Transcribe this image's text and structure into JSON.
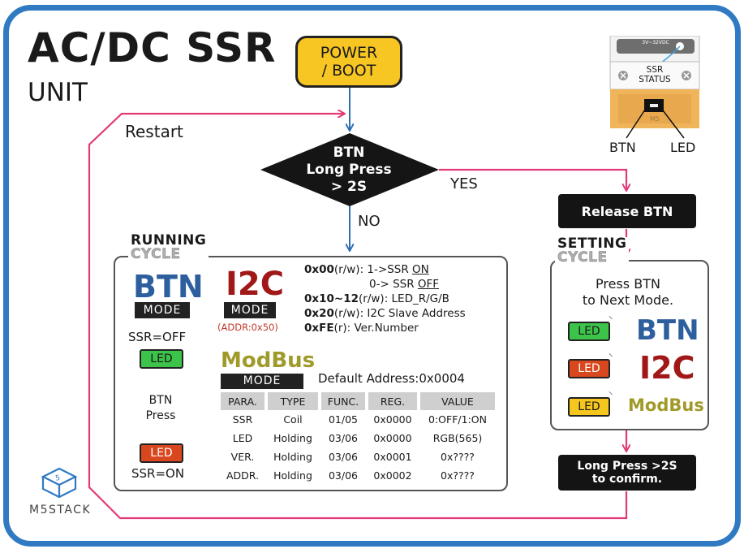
{
  "title": "AC/DC SSR",
  "subtitle": "UNIT",
  "power_boot": {
    "line1": "POWER",
    "line2": "/ BOOT"
  },
  "restart_label": "Restart",
  "decision": {
    "line1": "BTN",
    "line2": "Long Press",
    "line3": "> 2S",
    "yes": "YES",
    "no": "NO"
  },
  "release_btn": "Release BTN",
  "confirm": {
    "line1": "Long Press >2S",
    "line2": "to confirm."
  },
  "device": {
    "voltage": "3V~32VDC",
    "status_line1": "SSR",
    "status_line2": "STATUS",
    "brand": "M5",
    "btn_label": "BTN",
    "led_label": "LED"
  },
  "running": {
    "head": "RUNNING",
    "sub": "CYCLE",
    "btn_mode": {
      "word": "BTN",
      "mode": "MODE",
      "ssr_off": "SSR=OFF",
      "led_green": "LED",
      "btn": "BTN",
      "press": "Press",
      "led_red": "LED",
      "ssr_on": "SSR=ON"
    },
    "i2c": {
      "word": "I2C",
      "mode": "MODE",
      "addr": "(ADDR:0x50)"
    },
    "registers": [
      {
        "reg": "0x00",
        "rw": "(r/w)",
        "desc_pre": ": 1->SSR ",
        "desc_u": "ON"
      },
      {
        "reg": "",
        "rw": "",
        "desc_pre": "0-> SSR ",
        "desc_u": "OFF"
      },
      {
        "reg": "0x10~12",
        "rw": "(r/w)",
        "desc_pre": ": LED_R/G/B",
        "desc_u": ""
      },
      {
        "reg": "0x20",
        "rw": "(r/w)",
        "desc_pre": ": I2C Slave Address",
        "desc_u": ""
      },
      {
        "reg": "0xFE",
        "rw": "(r)",
        "desc_pre": ": Ver.Number",
        "desc_u": ""
      }
    ],
    "modbus": {
      "word": "ModBus",
      "mode": "MODE",
      "default_address": "Default Address:0x0004",
      "headers": [
        "PARA.",
        "TYPE",
        "FUNC.",
        "REG.",
        "VALUE"
      ],
      "rows": [
        [
          "SSR",
          "Coil",
          "01/05",
          "0x0000",
          "0:OFF/1:ON"
        ],
        [
          "LED",
          "Holding",
          "03/06",
          "0x0000",
          "RGB(565)"
        ],
        [
          "VER.",
          "Holding",
          "03/06",
          "0x0001",
          "0x????"
        ],
        [
          "ADDR.",
          "Holding",
          "03/06",
          "0x0002",
          "0x????"
        ]
      ]
    }
  },
  "setting": {
    "head": "SETTING",
    "sub": "CYCLE",
    "press_line1": "Press BTN",
    "press_line2": "to Next Mode.",
    "modes": [
      {
        "led": "LED",
        "led_color": "#3cc34a",
        "name": "BTN",
        "name_color": "#2d5e9e"
      },
      {
        "led": "LED",
        "led_color": "#d9471e",
        "name": "I2C",
        "name_color": "#a01818"
      },
      {
        "led": "LED",
        "led_color": "#f5c61e",
        "name": "ModBus",
        "name_color": "#a09a2a"
      }
    ]
  },
  "brand": "M5STACK",
  "colors": {
    "frame": "#2f7ac2",
    "flow_pink": "#e23a78",
    "flow_blue": "#2f6fb4",
    "power": "#f7c623",
    "btn_blue": "#2d5e9e",
    "i2c_red": "#a01818",
    "modbus_olive": "#a09a2a"
  }
}
